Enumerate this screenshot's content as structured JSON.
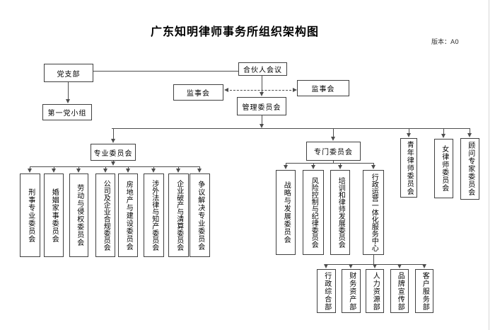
{
  "title": "广东知明律师事务所组织架构图",
  "version": "版本：A0",
  "colors": {
    "line": "#4d4d4d",
    "border": "#404040",
    "background": "#ffffff"
  },
  "nodes": {
    "party_branch": "党支部",
    "first_party_group": "第一党小组",
    "partners_meeting": "合伙人会议",
    "supervisory_board_left": "监事会",
    "supervisory_board_right": "监事会",
    "management_committee": "管理委员会",
    "professional_committee": "专业委员会",
    "special_committee": "专门委员会",
    "youth_lawyers_committee": "青年律师委员会",
    "women_lawyers_committee": "女律师委员会",
    "advisory_experts_committee": "顾问专家委员会"
  },
  "professional_subcommittees": [
    "刑事专业委员会",
    "婚姻家事委员会",
    "劳动与侵权委员会",
    "公司及企业合规委员会",
    "房地产与建设委员会",
    "涉外法律与知产委员会",
    "企业破产与清算委员会",
    "争议解决专业委员会"
  ],
  "special_subcommittees": [
    "战略与发展委员会",
    "风险控制与纪律委员会",
    "培训和律师发展委员会",
    "行政运营一体化服务中心"
  ],
  "departments": [
    "行政综合部",
    "财务资产部",
    "人力资源部",
    "品牌宣传部",
    "客户服务部"
  ]
}
